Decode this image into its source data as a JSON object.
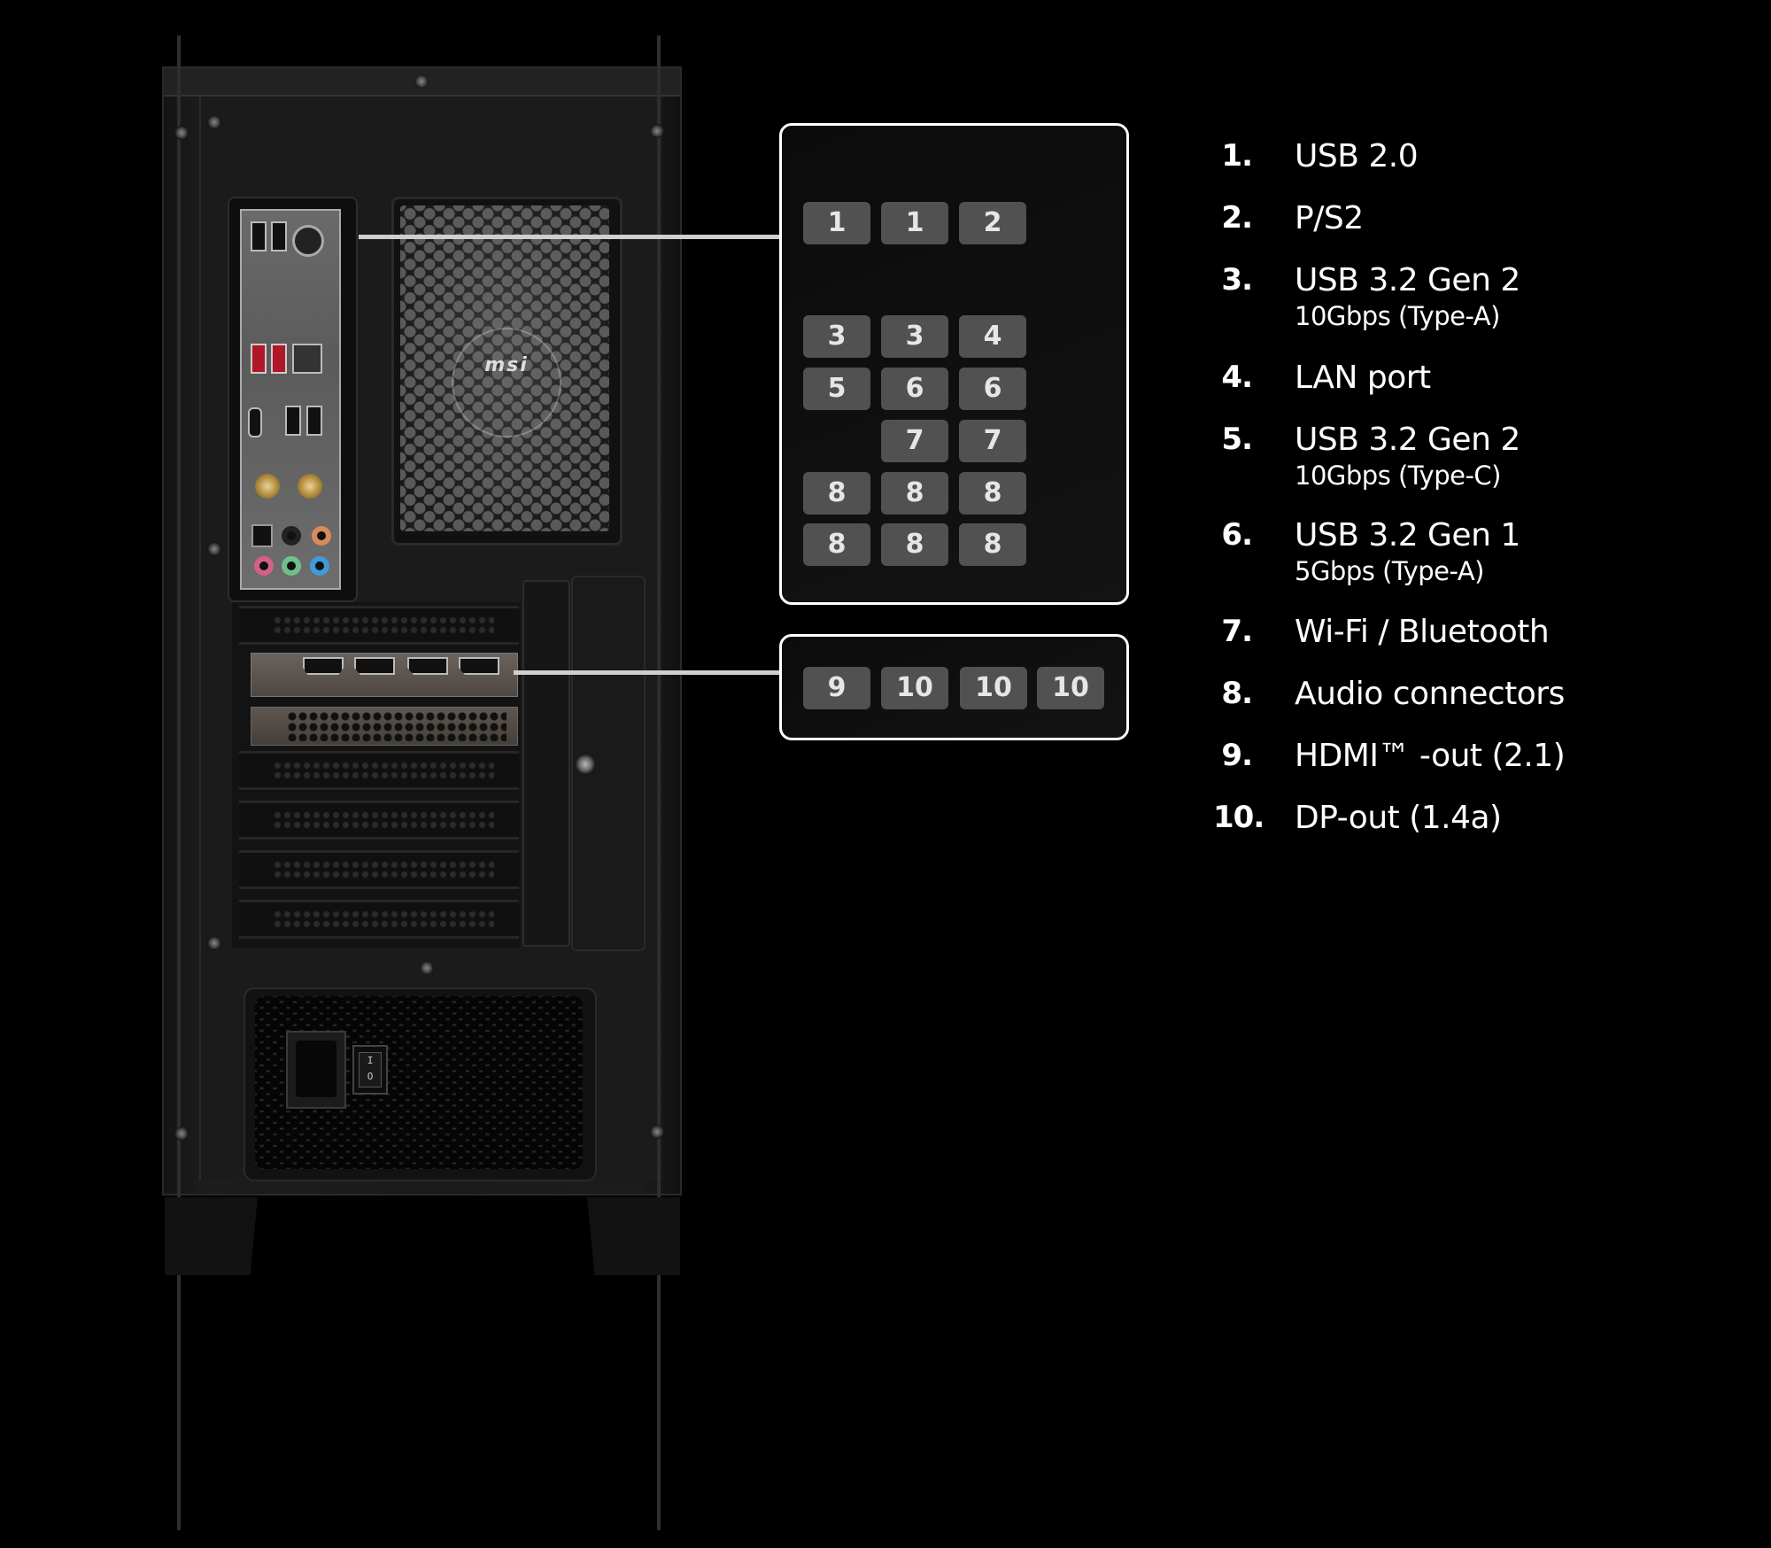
{
  "product_image": {
    "view": "rear panel of desktop PC case",
    "fan_logo": "msi",
    "power_switch": {
      "on_symbol": "I",
      "off_symbol": "O"
    }
  },
  "callouts": {
    "io_panel": {
      "rows": [
        [
          "1",
          "1",
          "2"
        ],
        [
          "3",
          "3",
          "4"
        ],
        [
          "5",
          "6",
          "6"
        ],
        [
          "",
          "7",
          "7"
        ],
        [
          "8",
          "8",
          "8"
        ],
        [
          "8",
          "8",
          "8"
        ]
      ]
    },
    "gpu_panel": {
      "rows": [
        [
          "9",
          "10",
          "10",
          "10"
        ]
      ]
    }
  },
  "legend": {
    "items": [
      {
        "number": "1.",
        "label": "USB 2.0",
        "sub": ""
      },
      {
        "number": "2.",
        "label": "P/S2",
        "sub": ""
      },
      {
        "number": "3.",
        "label": "USB 3.2 Gen 2",
        "sub": "10Gbps (Type-A)"
      },
      {
        "number": "4.",
        "label": "LAN port",
        "sub": ""
      },
      {
        "number": "5.",
        "label": "USB 3.2 Gen 2",
        "sub": "10Gbps (Type-C)"
      },
      {
        "number": "6.",
        "label": "USB 3.2 Gen 1",
        "sub": "5Gbps (Type-A)"
      },
      {
        "number": "7.",
        "label": "Wi-Fi / Bluetooth",
        "sub": ""
      },
      {
        "number": "8.",
        "label": "Audio connectors",
        "sub": ""
      },
      {
        "number": "9.",
        "label": "HDMI™ -out (2.1)",
        "sub": ""
      },
      {
        "number": "10.",
        "label": "DP-out (1.4a)",
        "sub": ""
      }
    ]
  },
  "colors": {
    "background": "#000000",
    "badge_bg": "#515151",
    "badge_text": "#e6e6e6",
    "box_border": "#ffffff",
    "leader_line": "#cfcfcf",
    "usb_gen2_accent": "#b0182a"
  }
}
